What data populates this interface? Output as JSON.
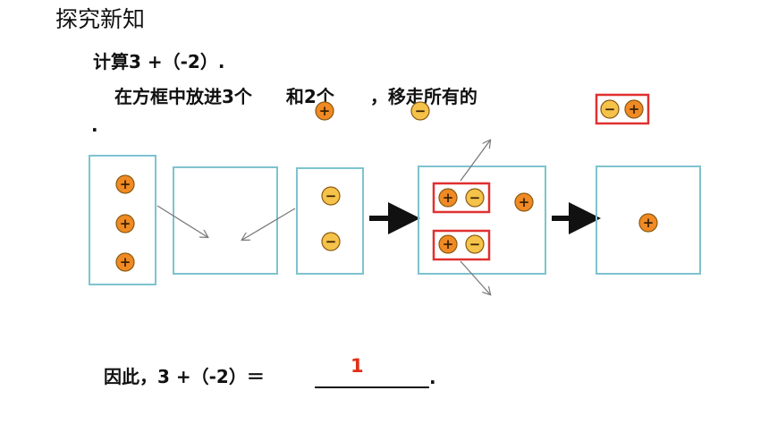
{
  "header": {
    "title": "探究新知"
  },
  "problem": {
    "line1": "计算3 +（-2）.",
    "line2_a": "在方框中放进3个",
    "line2_b": "和2个",
    "line2_c": "，移走所有的",
    "line2_end": "."
  },
  "conclusion": {
    "prefix": "因此，3 +（-2）＝",
    "answer": "1",
    "suffix": "."
  },
  "symbols": {
    "positive": "+",
    "negative": "−"
  },
  "colors": {
    "positive_fill": "#f08a24",
    "negative_fill": "#f5c24a",
    "box_border": "#7ec3cf",
    "highlight_border": "#e03030",
    "answer": "#e03018",
    "arrow": "#111111",
    "thin_arrow": "#7a7a7a"
  }
}
